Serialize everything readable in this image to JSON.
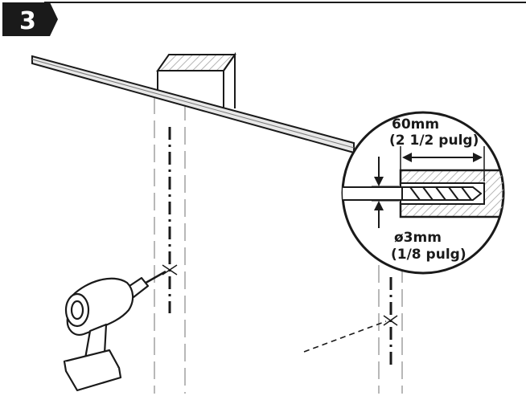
{
  "step": {
    "number": "3"
  },
  "callout": {
    "depth_mm": "60mm",
    "depth_in": "(2 1/2 pulg)",
    "diameter_mm": "ø3mm",
    "diameter_in": "(1/8 pulg)"
  },
  "colors": {
    "ink": "#1a1a1a",
    "badge": "#1a1a1a",
    "guide": "#9a9a9a",
    "wood_fill": "#e6e6e6"
  }
}
